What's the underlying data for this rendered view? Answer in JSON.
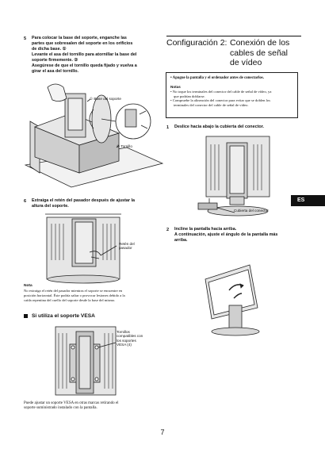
{
  "left": {
    "step5": {
      "num": "5",
      "line1": "Para colocar la base del soporte, enganche las",
      "line2": "partes que sobresalen del soporte en los orificios",
      "line3": "de dicha base. ①",
      "line4": "Levante el asa del tornillo para atornillar la base del",
      "line5": "soporte firmemente. ②",
      "line6": "Asegúrese de que el tornillo queda fijado y vuelva a",
      "line7": "girar el asa del tornillo."
    },
    "fig1": {
      "callout_base": "Base del soporte",
      "callout_screw": "Tornillo",
      "marker1": "①",
      "marker2": "②"
    },
    "step6": {
      "num": "6",
      "line1": "Extraiga el retén del pasador después de ajustar la",
      "line2": "altura del soporte."
    },
    "fig2": {
      "callout_line1": "Retén del",
      "callout_line2": "pasador"
    },
    "note": {
      "title": "Nota",
      "line1": "No extraiga el retén del pasador mientras el soporte se encuentre en",
      "line2": "posición horizontal. Éste podría saltar o provocar lesiones debido a la",
      "line3": "caída repentina del cuello del soporte desde la base del mismo."
    },
    "vesa": {
      "heading": "Si utiliza el soporte VESA",
      "callout": [
        "Tornillos",
        "compatibles con",
        "los soportes",
        "VESA (4)"
      ],
      "para_line1": "Puede ajustar un soporte VESA en otras marcas retirando el",
      "para_line2": "soporte suministrado instalado con la pantalla."
    }
  },
  "right": {
    "section": {
      "prefix": "Configuración 2:",
      "title_line1": "Conexión de los",
      "title_line2": "cables de señal",
      "title_line3": "de vídeo"
    },
    "box": {
      "bullet_main": "Apague la pantalla y el ordenador antes de conectarlos.",
      "notes_title": "Notas",
      "note1_line1": "No toque los terminales del conector del cable de señal de vídeo, ya",
      "note1_line2": "que podrían doblarse.",
      "note2_line1": "Compruebe la alineación del conector para evitar que se doblen los",
      "note2_line2": "terminales del conector del cable de señal de vídeo."
    },
    "step1": {
      "num": "1",
      "text": "Deslice hacia abajo la cubierta del conector."
    },
    "fig3": {
      "callout": "Cubierta del conector"
    },
    "step2": {
      "num": "2",
      "line1": "Incline la pantalla hacia arriba.",
      "line2": "A continuación, ajuste el ángulo de la pantalla más",
      "line3": "arriba."
    },
    "lang_tab": "ES"
  },
  "page_number": "7"
}
